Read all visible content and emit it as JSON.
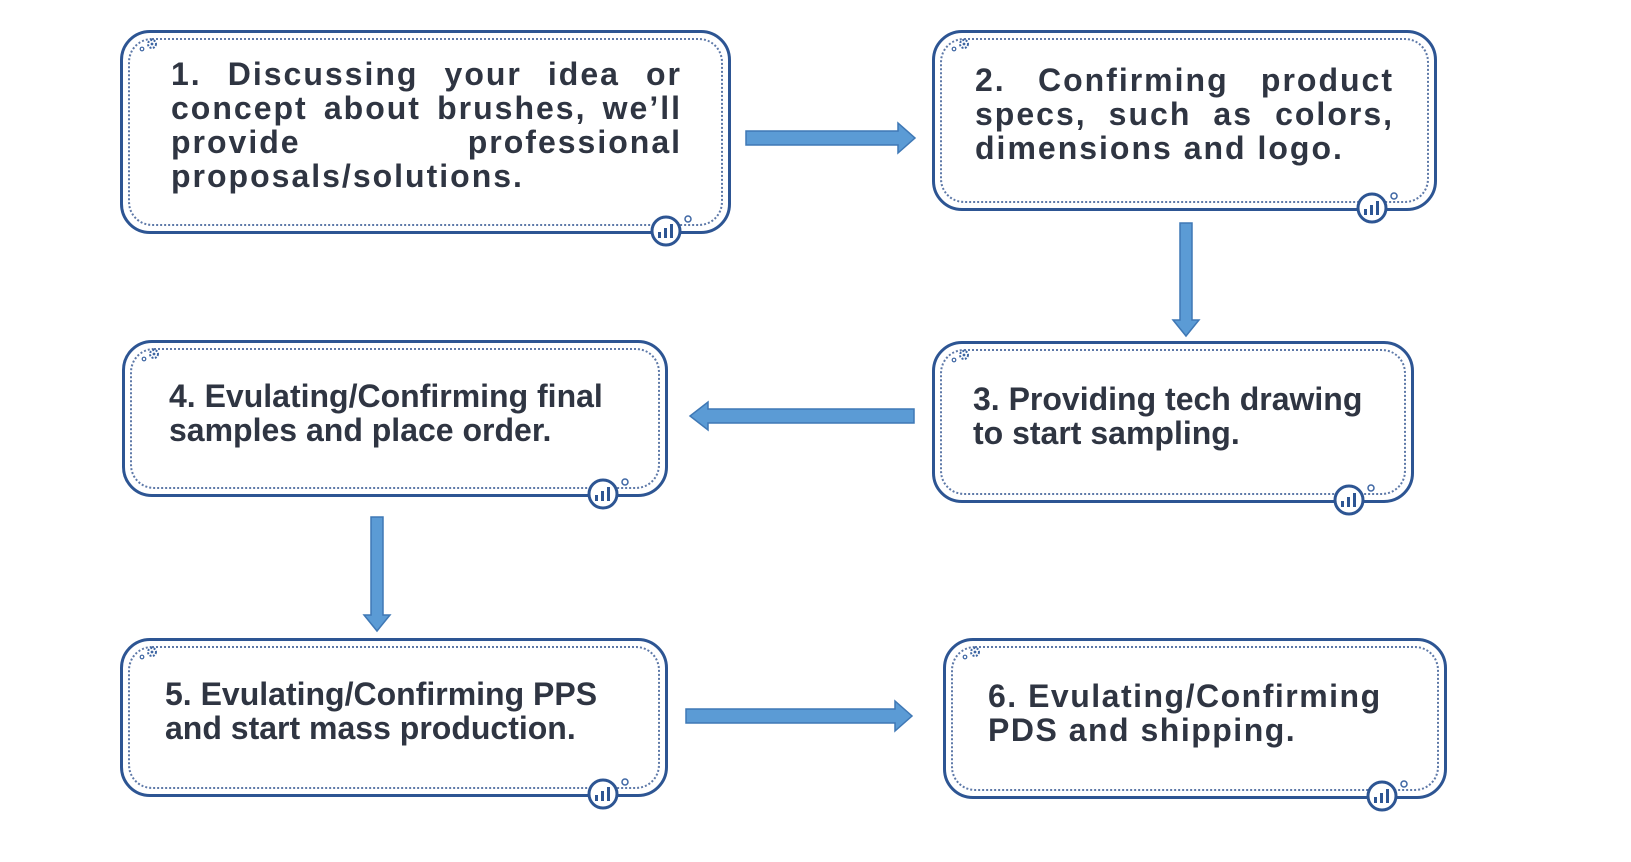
{
  "steps": [
    {
      "text": "1. Discussing your idea or concept about brushes, we’ll provide professional proposals/solutions."
    },
    {
      "text": "2. Confirming product specs, such as colors, dimensions and logo."
    },
    {
      "text": "3. Providing tech drawing to start sampling."
    },
    {
      "text": "4. Evulating/Confirming final samples and place order."
    },
    {
      "text": "5. Evulating/Confirming PPS and start mass production."
    },
    {
      "text": "6. Evulating/Confirming PDS and shipping."
    }
  ],
  "colors": {
    "box_border": "#2d5593",
    "arrow_fill": "#5b9bd5",
    "arrow_stroke": "#3f78b5",
    "text": "#2f3542"
  }
}
